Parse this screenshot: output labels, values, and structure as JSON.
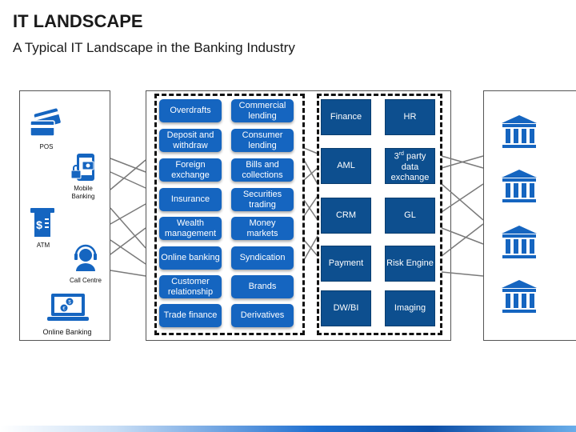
{
  "title": "IT LANDSCAPE",
  "subtitle": "A Typical IT Landscape in the Banking Industry",
  "colors": {
    "product_blue": "#1565c0",
    "system_blue": "#0d4f8f",
    "icon_blue": "#1565c0"
  },
  "channels": [
    {
      "label": "POS",
      "icon": "credit-card-icon"
    },
    {
      "label": "Mobile Banking",
      "icon": "mobile-phone-icon"
    },
    {
      "label": "ATM",
      "icon": "atm-icon"
    },
    {
      "label": "Call Centre",
      "icon": "headset-icon"
    },
    {
      "label": "Online Banking",
      "icon": "laptop-icon"
    }
  ],
  "products": [
    "Overdrafts",
    "Commercial lending",
    "Deposit and withdraw",
    "Consumer lending",
    "Foreign exchange",
    "Bills and collections",
    "Insurance",
    "Securities trading",
    "Wealth management",
    "Money markets",
    "Online banking",
    "Syndication",
    "Customer relationship",
    "Brands",
    "Trade finance",
    "Derivatives"
  ],
  "systems": [
    {
      "label": "Finance"
    },
    {
      "label": "HR"
    },
    {
      "label": "AML"
    },
    {
      "label_pre": "3",
      "label_sup": "rd",
      "label_post": " party data exchange"
    },
    {
      "label": "CRM"
    },
    {
      "label": "GL"
    },
    {
      "label": "Payment"
    },
    {
      "label": "Risk Engine"
    },
    {
      "label": "DW/BI"
    },
    {
      "label": "Imaging"
    }
  ],
  "banks": [
    "bank-icon",
    "bank-icon",
    "bank-icon",
    "bank-icon"
  ]
}
